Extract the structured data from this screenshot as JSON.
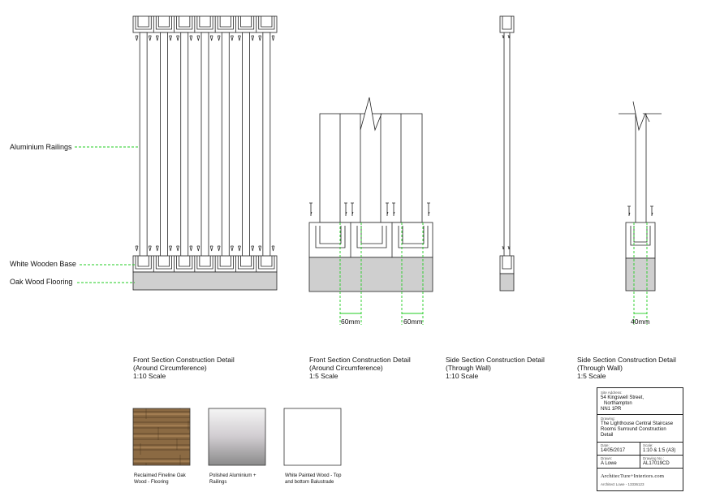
{
  "callouts": {
    "railings": "Aluminium Railings",
    "base": "White Wooden Base",
    "flooring": "Oak Wood Flooring"
  },
  "dimensions": {
    "d1": "60mm",
    "d2": "60mm",
    "d3": "40mm"
  },
  "captions": [
    {
      "title": "Front Section Construction Detail",
      "sub": "(Around Circumference)",
      "scale": "1:10 Scale"
    },
    {
      "title": "Front Section Construction Detail",
      "sub": "(Around Circumference)",
      "scale": "1:5 Scale"
    },
    {
      "title": "Side Section Construction Detail",
      "sub": "(Through Wall)",
      "scale": "1:10 Scale"
    },
    {
      "title": "Side Section Construction Detail",
      "sub": "(Through Wall)",
      "scale": "1:5 Scale"
    }
  ],
  "materials": [
    {
      "line1": "Reclaimed Fineline Oak",
      "line2": "Wood - Flooring"
    },
    {
      "line1": "Polished Aluminium +",
      "line2": "Railings"
    },
    {
      "line1": "White Painted Wood - Top",
      "line2": "and bottom Balustrade"
    }
  ],
  "title_block": {
    "site_key": "Site Address:",
    "site_l1": "54 Kingswell Street,",
    "site_l2": "Northampton",
    "site_l3": "NN1 1PR",
    "drawing_key": "Drawing:",
    "drawing_l1": "The Lighthouse Central Staircase",
    "drawing_l2": "Rooms Surround Construction",
    "drawing_l3": "Detail",
    "date_key": "Date:",
    "date": "14/05/2017",
    "scale_key": "Scale:",
    "scale": "1:10 & 1:5 (A3)",
    "drawn_key": "Drawn:",
    "drawn": "A Lowe",
    "dwgno_key": "Drawing No.:",
    "dwgno": "AL17019CD",
    "firm": "ArchitecTure+Interiors.com",
    "firm_sub": "Architect Lowe - 13336123"
  },
  "colors": {
    "leader": "#22cc22",
    "floor": "#cfcfcf",
    "oak": "#8b6a43",
    "aluminium_light": "#f4f4f4",
    "aluminium_dark": "#8a8a8a"
  }
}
